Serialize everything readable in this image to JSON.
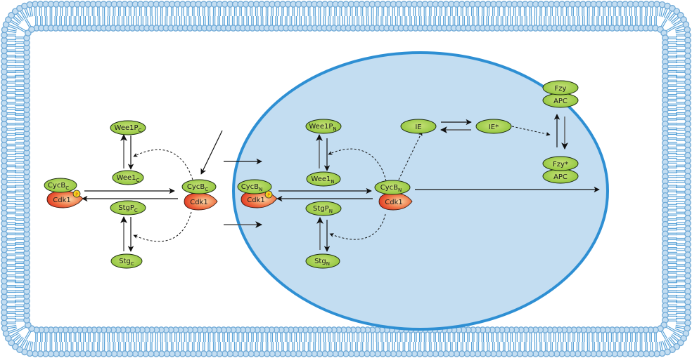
{
  "diagram": {
    "title": "",
    "compartments": {
      "cell_membrane": "lipid-bilayer",
      "nucleus": "nucleus"
    },
    "colors": {
      "membrane_head": "#c3ddf1",
      "membrane_tail": "#5aa3d8",
      "nucleus_fill": "#c3ddf1",
      "nucleus_border": "#2e8fd3",
      "protein_fill": "#a6d04a",
      "kinase_fill": "#e8402a",
      "phospho": "#f5d21e"
    },
    "cytoplasm": {
      "wee1p": {
        "base": "Wee1P",
        "sub": "C"
      },
      "wee1": {
        "base": "Wee1",
        "sub": "C"
      },
      "stgp": {
        "base": "StgP",
        "sub": "C"
      },
      "stg": {
        "base": "Stg",
        "sub": "C"
      },
      "cycb_inactive": {
        "base": "CycB",
        "sub": "C",
        "kinase": "Cdk1",
        "phospho": "P"
      },
      "cycb_active": {
        "base": "CycB",
        "sub": "C",
        "kinase": "Cdk1"
      }
    },
    "nucleus": {
      "wee1p": {
        "base": "Wee1P",
        "sub": "N"
      },
      "wee1": {
        "base": "Wee1",
        "sub": "N"
      },
      "stgp": {
        "base": "StgP",
        "sub": "N"
      },
      "stg": {
        "base": "Stg",
        "sub": "N"
      },
      "cycb_inactive": {
        "base": "CycB",
        "sub": "N",
        "kinase": "Cdk1",
        "phospho": "P"
      },
      "cycb_active": {
        "base": "CycB",
        "sub": "N",
        "kinase": "Cdk1"
      },
      "ie": "IE",
      "ie_star": "IE*",
      "fzy_apc": {
        "top": "Fzy",
        "bottom": "APC"
      },
      "fzy_star_apc": {
        "top": "Fzy*",
        "bottom": "APC"
      }
    }
  }
}
